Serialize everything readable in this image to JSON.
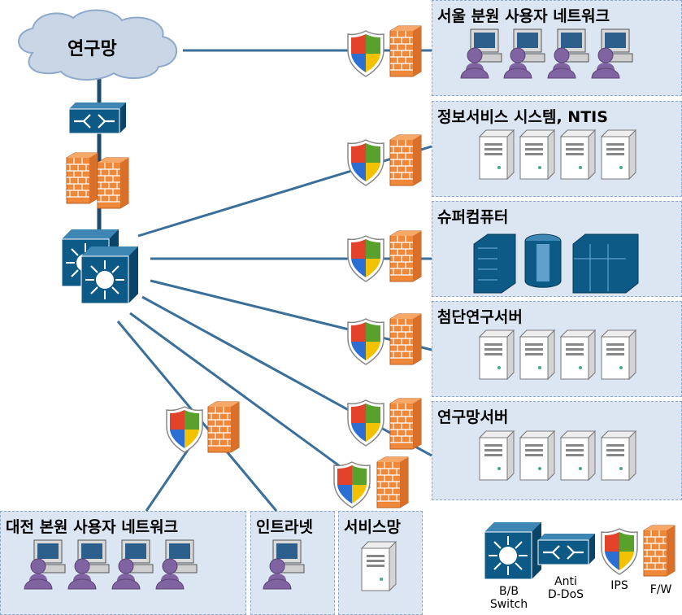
{
  "cloud": {
    "label": "연구망"
  },
  "panels": {
    "seoul": "서울 분원 사용자 네트워크",
    "ntis": "정보서비스 시스템, NTIS",
    "supercomputer": "슈퍼컴퓨터",
    "advanced": "첨단연구서버",
    "research_net": "연구망서버",
    "daejeon": "대전 본원 사용자 네트워크",
    "intranet": "인트라넷",
    "service_net": "서비스망"
  },
  "legend": {
    "bb_switch": [
      "B/B",
      "Switch"
    ],
    "anti_ddos": [
      "Anti",
      "D-DoS"
    ],
    "ips": "IPS",
    "fw": "F/W"
  },
  "colors": {
    "panel_bg": "#dce6f2",
    "device_blue": "#0e5a86",
    "firewall_orange": "#f0883a",
    "line": "#3a6f99",
    "cloud": "#c9d6e6"
  }
}
